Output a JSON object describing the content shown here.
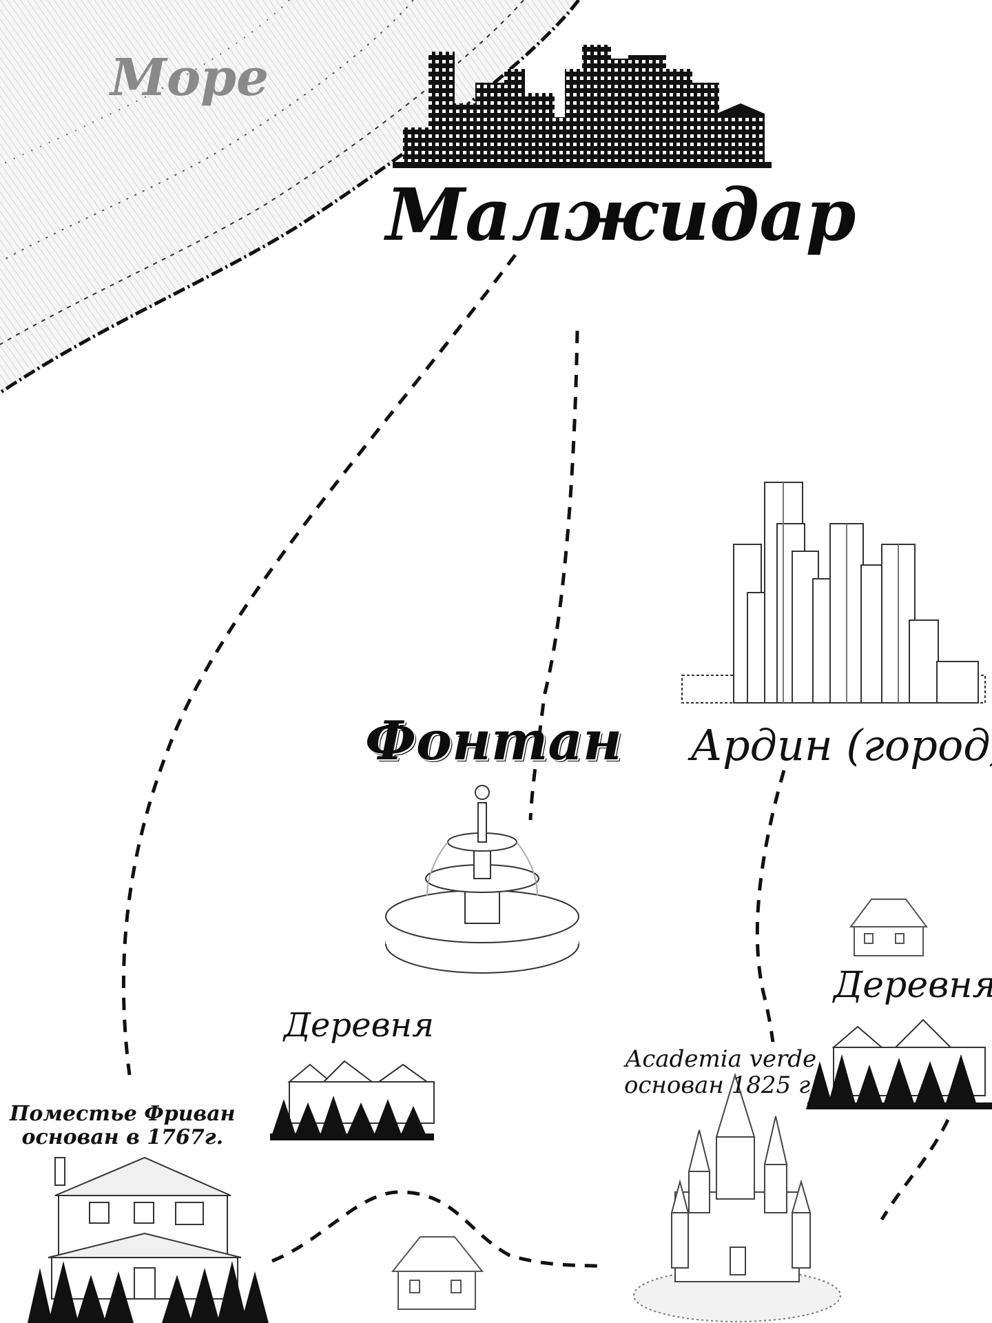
{
  "labels": {
    "sea": "Море",
    "capital": "Малжидар",
    "fountain": "Фонтан",
    "city_ardin": "Ардин (город)",
    "village_right": "Деревня",
    "village_mid": "Деревня",
    "academia_line1": "Academia verde",
    "academia_line2": "основан 1825 г.",
    "estate_line1": "Поместье Фриван",
    "estate_line2": "основан в 1767г."
  },
  "icons": {
    "capital": "city-skyline-icon",
    "ardin": "skyscrapers-icon",
    "fountain": "fountain-icon",
    "village": "village-icon",
    "house": "house-icon",
    "castle": "castle-icon",
    "estate": "manor-house-icon"
  },
  "colors": {
    "background": "#ffffff",
    "ink": "#111111",
    "sea_label": "#8a8a8a"
  }
}
